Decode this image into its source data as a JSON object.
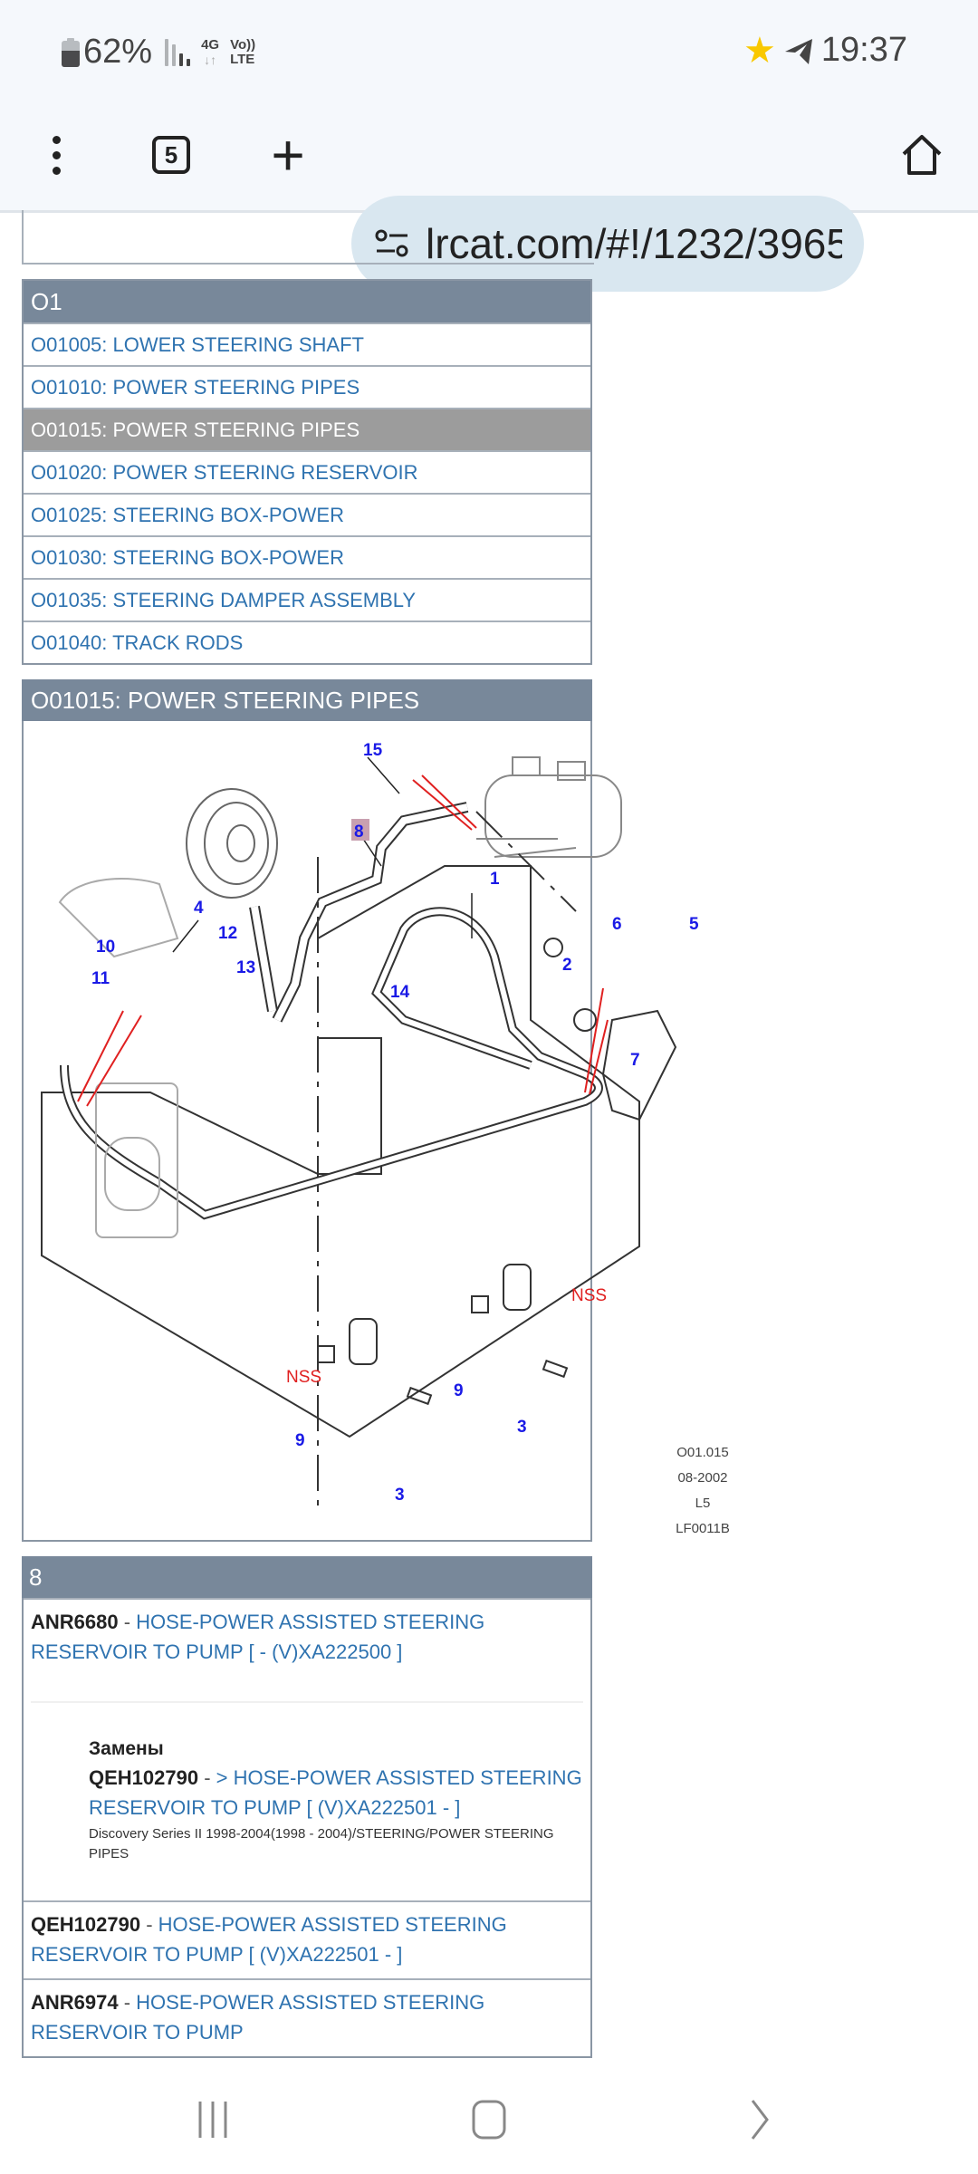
{
  "status_bar": {
    "battery_percent": 62,
    "battery_label": "62%",
    "signal_bars_active": 2,
    "signal_bars_total": 4,
    "network": "4G",
    "network_arrows": "↓↑",
    "volte_top": "Vo))",
    "volte_bottom": "LTE",
    "time": "19:37",
    "icons": [
      "battery-icon",
      "signal-icon",
      "star-notification-icon",
      "telegram-icon"
    ]
  },
  "browser": {
    "tab_count": "5",
    "url": "lrcat.com/#!/1232/3965",
    "icons": [
      "menu-kebab-icon",
      "tabs-icon",
      "new-tab-plus-icon",
      "site-settings-icon",
      "home-icon"
    ]
  },
  "category": {
    "header": "O1",
    "items": [
      {
        "label": "O01005: LOWER STEERING SHAFT",
        "active": false
      },
      {
        "label": "O01010: POWER STEERING PIPES",
        "active": false
      },
      {
        "label": "O01015: POWER STEERING PIPES",
        "active": true
      },
      {
        "label": "O01020: POWER STEERING RESERVOIR",
        "active": false
      },
      {
        "label": "O01025: STEERING BOX-POWER",
        "active": false
      },
      {
        "label": "O01030: STEERING BOX-POWER",
        "active": false
      },
      {
        "label": "O01035: STEERING DAMPER ASSEMBLY",
        "active": false
      },
      {
        "label": "O01040: TRACK RODS",
        "active": false
      }
    ]
  },
  "diagram": {
    "header": "O01015: POWER STEERING PIPES",
    "callouts": [
      "15",
      "8",
      "1",
      "4",
      "12",
      "10",
      "13",
      "11",
      "6",
      "5",
      "2",
      "14",
      "7",
      "9",
      "3",
      "9",
      "3"
    ],
    "selected_callout": "8",
    "nss_label": "NSS",
    "code_lines": [
      "O01.015",
      "08-2002",
      "L5",
      "LF0011B"
    ]
  },
  "parts": {
    "header": "8",
    "items": [
      {
        "part_number": "ANR6680",
        "separator": " - ",
        "description": "HOSE-POWER ASSISTED STEERING RESERVOIR TO PUMP [ - (V)XA222500 ]",
        "substitutions": {
          "title": "Замены",
          "part_number": "QEH102790",
          "separator": " - ",
          "description": "> HOSE-POWER ASSISTED STEERING RESERVOIR TO PUMP [ (V)XA222501 - ]",
          "path": "Discovery Series II 1998-2004(1998 - 2004)/STEERING/POWER STEERING PIPES"
        }
      },
      {
        "part_number": "QEH102790",
        "separator": " - ",
        "description": "HOSE-POWER ASSISTED STEERING RESERVOIR TO PUMP [ (V)XA222501 - ]"
      },
      {
        "part_number": "ANR6974",
        "separator": " - ",
        "description": "HOSE-POWER ASSISTED STEERING RESERVOIR TO PUMP"
      }
    ]
  },
  "nav_bar": {
    "icons": [
      "recent-apps-icon",
      "home-button-icon",
      "back-icon"
    ]
  },
  "colors": {
    "header_bg": "#78889a",
    "active_row_bg": "#9c9c9c",
    "link": "#2f73b0",
    "callout_blue": "#1a1ae6",
    "callout_red": "#e02020",
    "url_bar_bg": "#d9e7f0"
  }
}
